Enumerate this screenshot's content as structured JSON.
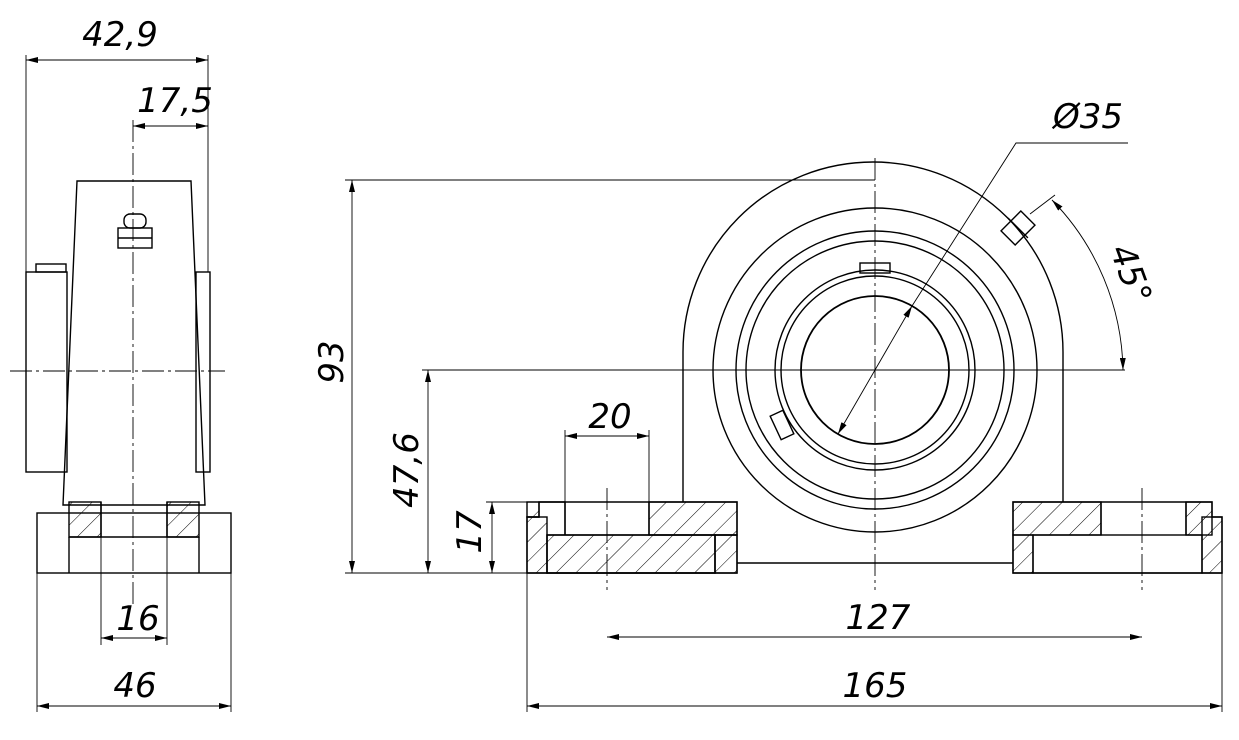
{
  "dimensions": {
    "side_view": {
      "overall_depth": "42,9",
      "lube_offset": "17,5",
      "bolt_hole": "16",
      "base_width": "46"
    },
    "front_view": {
      "bore": "Ø35",
      "angle": "45°",
      "total_height": "93",
      "center_height": "47,6",
      "base_height": "17",
      "slot_width": "20",
      "hole_spacing": "127",
      "overall_length": "165"
    }
  }
}
